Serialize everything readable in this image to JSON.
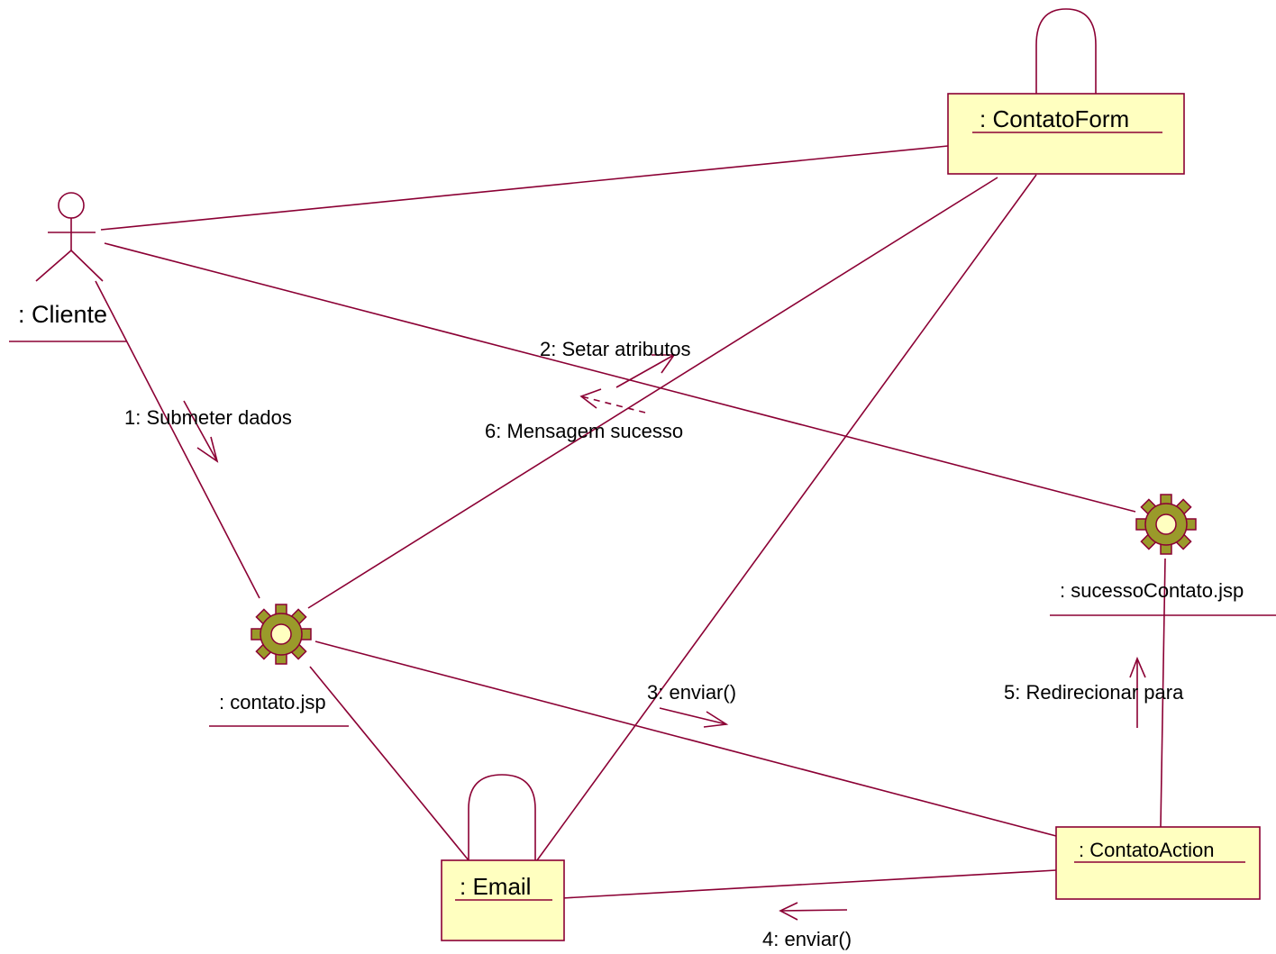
{
  "diagram": {
    "type": "collaboration",
    "colors": {
      "line": "#8b0034",
      "object_fill": "#ffffc0",
      "gear_fill": "#9a9a2a",
      "text": "#000000"
    },
    "actor": {
      "name": ": Cliente",
      "icon": "actor-stick-figure-icon"
    },
    "objects": {
      "contato_form": ": ContatoForm",
      "email": ": Email",
      "contato_action": ": ContatoAction"
    },
    "pages": {
      "contato_jsp": {
        "name": ": contato.jsp",
        "icon": "gear-icon"
      },
      "sucesso_jsp": {
        "name": ": sucessoContato.jsp",
        "icon": "gear-icon"
      }
    },
    "messages": {
      "m1": "1: Submeter dados",
      "m2": "2: Setar atributos",
      "m3": "3: enviar()",
      "m4": "4: enviar()",
      "m5": "5: Redirecionar para",
      "m6": "6: Mensagem sucesso"
    }
  }
}
